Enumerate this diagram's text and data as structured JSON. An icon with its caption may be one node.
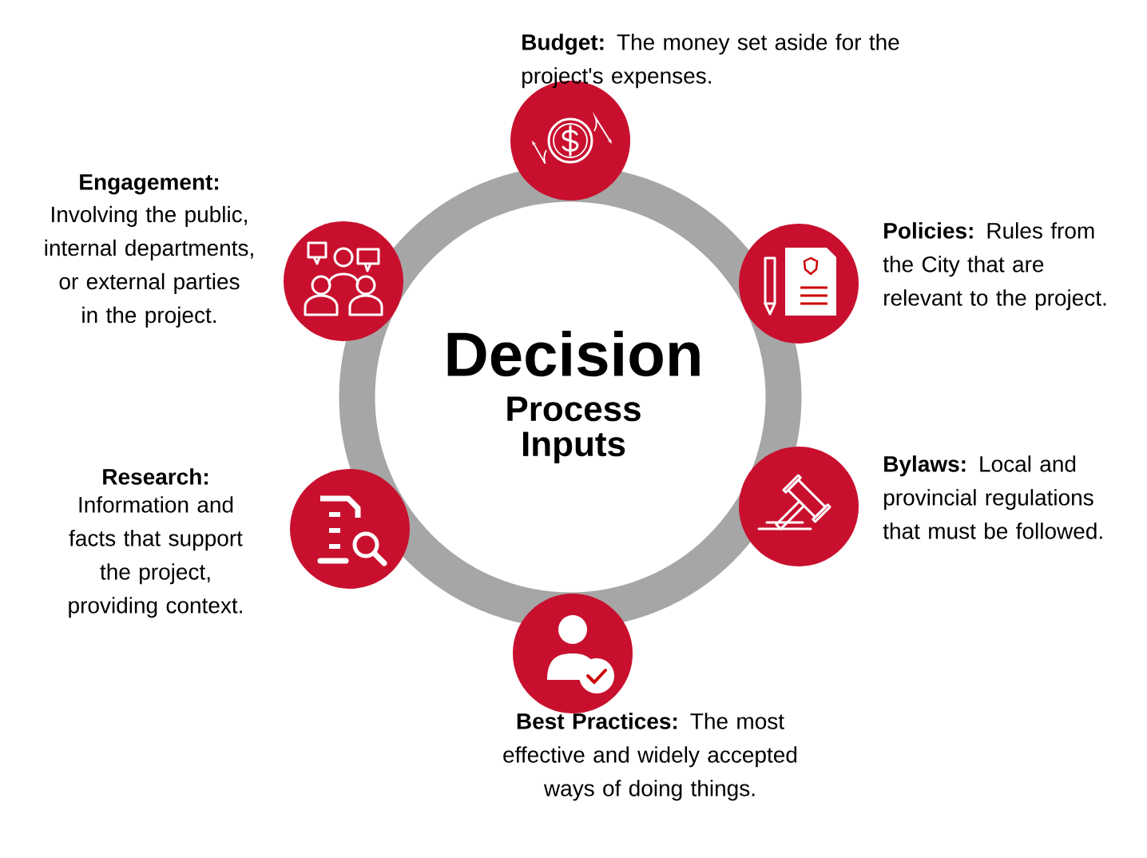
{
  "diagram": {
    "nodes": [
      {
        "text": [
          "Decision",
          "Process Inputs"
        ]
      },
      {
        "text": [],
        "shape": "circle",
        "beside": [
          "**Budget:** The money set aside for the project's expenses."
        ]
      },
      {
        "text": [],
        "shape": "circle",
        "beside": [
          "**Policies:** Rules from the City that are relevant to the project."
        ]
      },
      {
        "text": [],
        "shape": "circle",
        "beside": [
          "**Bylaws:** Local and provincial regulations that must be followed."
        ]
      },
      {
        "text": [],
        "shape": "circle",
        "beside": [
          "**Best Practices:** The most effective and widely accepted ways of doing things."
        ]
      },
      {
        "text": [],
        "shape": "circle",
        "beside": [
          "Research:",
          "Information and facts that support the project, providing context."
        ]
      },
      {
        "text": [],
        "shape": "circle",
        "beside": [
          "Engagement:",
          "Involving the public, internal departments, or external parties in the project."
        ]
      }
    ],
    "edges": []
  }
}
